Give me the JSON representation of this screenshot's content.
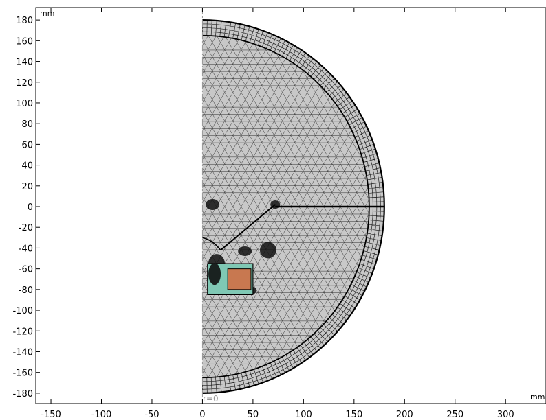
{
  "units": {
    "x": "mm",
    "y": "mm"
  },
  "axis_annotation": "r=0",
  "x_ticks": [
    -150,
    -100,
    -50,
    0,
    50,
    100,
    150,
    200,
    250,
    300
  ],
  "y_ticks": [
    180,
    160,
    140,
    120,
    100,
    80,
    60,
    40,
    20,
    0,
    -20,
    -40,
    -60,
    -80,
    -100,
    -120,
    -140,
    -160,
    -180
  ],
  "x_range": [
    -165,
    340
  ],
  "y_range": [
    -190,
    192
  ],
  "geometry": {
    "outer_radius": 180,
    "inner_radius": 165,
    "coil_box": {
      "r": [
        5,
        50
      ],
      "z": [
        -85,
        -55
      ]
    },
    "core_box": {
      "r": [
        25,
        48
      ],
      "z": [
        -80,
        -60
      ]
    }
  },
  "colors": {
    "background": "#ffffff",
    "mesh_fill": "#c8c8c8",
    "mesh_line": "#1e1e1e",
    "boundary": "#000000",
    "coil": "#7fc8b4",
    "core": "#c87850",
    "symmetry_axis": "#999999"
  }
}
